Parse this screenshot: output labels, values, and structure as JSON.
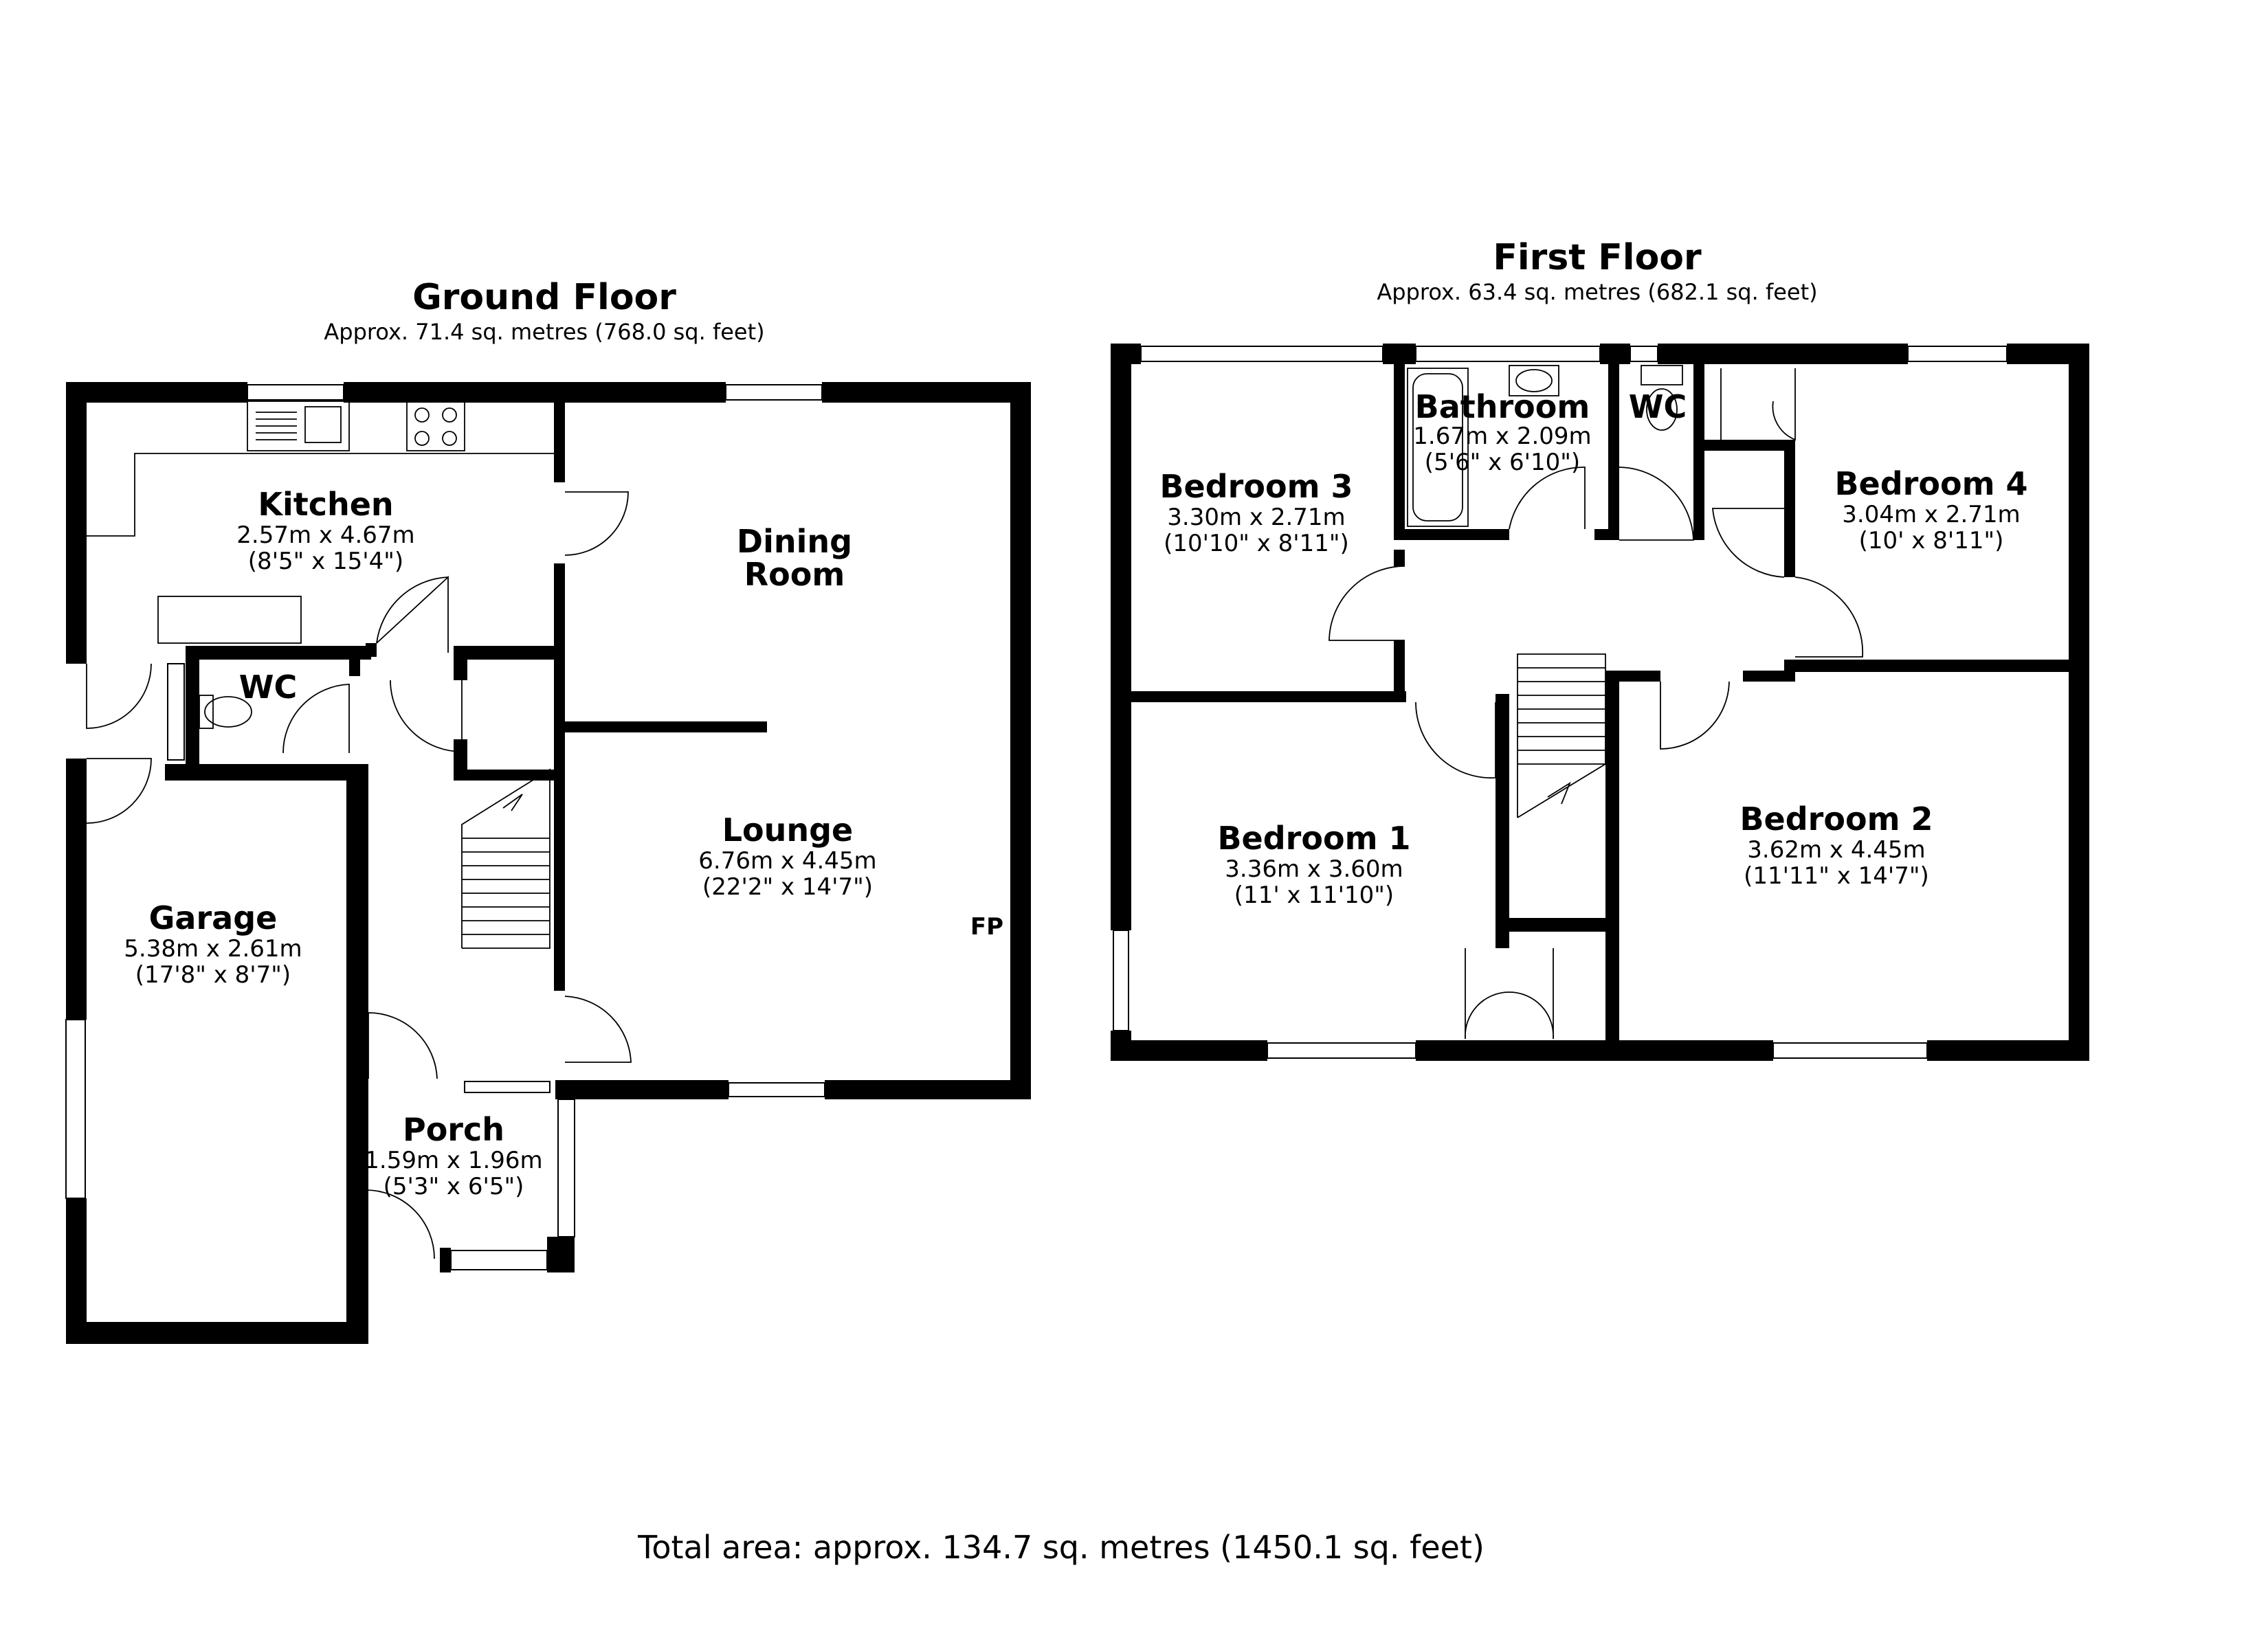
{
  "ground_floor": {
    "title": "Ground Floor",
    "area": "Approx. 71.4 sq. metres (768.0 sq. feet)",
    "rooms": {
      "kitchen": {
        "name": "Kitchen",
        "metric": "2.57m x 4.67m",
        "imperial": "(8'5\" x 15'4\")"
      },
      "wc": {
        "name": "WC"
      },
      "dining": {
        "name_line1": "Dining",
        "name_line2": "Room"
      },
      "lounge": {
        "name": "Lounge",
        "metric": "6.76m x 4.45m",
        "imperial": "(22'2\" x 14'7\")"
      },
      "garage": {
        "name": "Garage",
        "metric": "5.38m x 2.61m",
        "imperial": "(17'8\" x 8'7\")"
      },
      "porch": {
        "name": "Porch",
        "metric": "1.59m x 1.96m",
        "imperial": "(5'3\" x 6'5\")"
      }
    },
    "fireplace_label": "FP"
  },
  "first_floor": {
    "title": "First Floor",
    "area": "Approx. 63.4 sq. metres (682.1 sq. feet)",
    "rooms": {
      "bedroom3": {
        "name": "Bedroom 3",
        "metric": "3.30m x 2.71m",
        "imperial": "(10'10\" x 8'11\")"
      },
      "bathroom": {
        "name": "Bathroom",
        "metric": "1.67m x 2.09m",
        "imperial": "(5'6\" x 6'10\")"
      },
      "wc": {
        "name": "WC"
      },
      "bedroom4": {
        "name": "Bedroom 4",
        "metric": "3.04m x 2.71m",
        "imperial": "(10' x 8'11\")"
      },
      "bedroom1": {
        "name": "Bedroom 1",
        "metric": "3.36m x 3.60m",
        "imperial": "(11' x 11'10\")"
      },
      "bedroom2": {
        "name": "Bedroom 2",
        "metric": "3.62m x 4.45m",
        "imperial": "(11'11\" x 14'7\")"
      }
    }
  },
  "total_area": "Total area: approx. 134.7 sq. metres (1450.1 sq. feet)"
}
